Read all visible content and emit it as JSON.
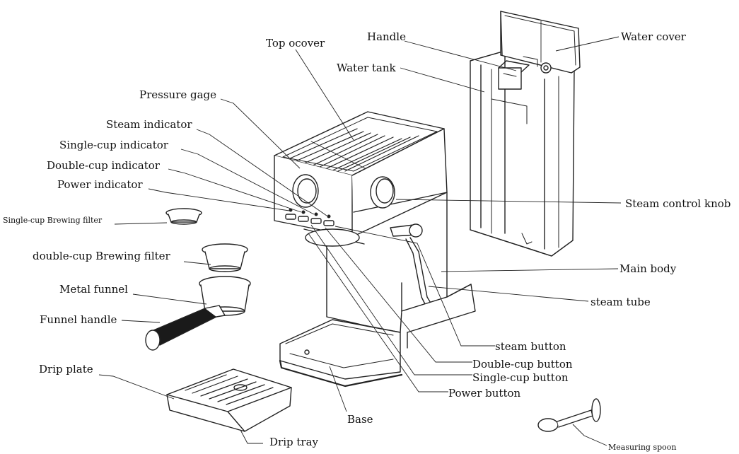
{
  "labels": {
    "top_cover": "Top ocover",
    "handle": "Handle",
    "water_cover": "Water cover",
    "water_tank": "Water tank",
    "pressure_gage": "Pressure gage",
    "steam_indicator": "Steam indicator",
    "single_cup_indicator": "Single-cup indicator",
    "double_cup_indicator": "Double-cup indicator",
    "power_indicator": "Power indicator",
    "single_cup_filter": "Single-cup Brewing filter",
    "double_cup_filter": "double-cup Brewing filter",
    "metal_funnel": "Metal funnel",
    "funnel_handle": "Funnel handle",
    "drip_plate": "Drip plate",
    "drip_tray": "Drip tray",
    "base": "Base",
    "power_button": "Power button",
    "single_cup_button": "Single-cup button",
    "double_cup_button": "Double-cup button",
    "steam_button": "steam button",
    "steam_tube": "steam tube",
    "main_body": "Main body",
    "steam_control_knob": "Steam control knob",
    "measuring_spoon": "Measuring spoon"
  },
  "colors": {
    "line": "#222222",
    "handle_grip": "#1a1a1a"
  }
}
